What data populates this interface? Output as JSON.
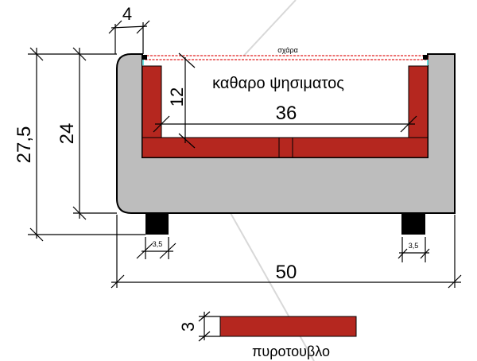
{
  "labels": {
    "grate": "σχάρα",
    "cooking_area": "καθαρο ψησιματος",
    "brick": "πυροτουβλο"
  },
  "dimensions": {
    "wall_thickness": "4",
    "total_height": "27,5",
    "body_height": "24",
    "inner_height": "12",
    "inner_width": "36",
    "total_width": "50",
    "foot_left": "3,5",
    "foot_right": "3,5",
    "brick_thickness": "3"
  },
  "colors": {
    "body": "#bdbdbd",
    "brick": "#b5271f",
    "grate": "#e02020",
    "foot": "#000000"
  }
}
